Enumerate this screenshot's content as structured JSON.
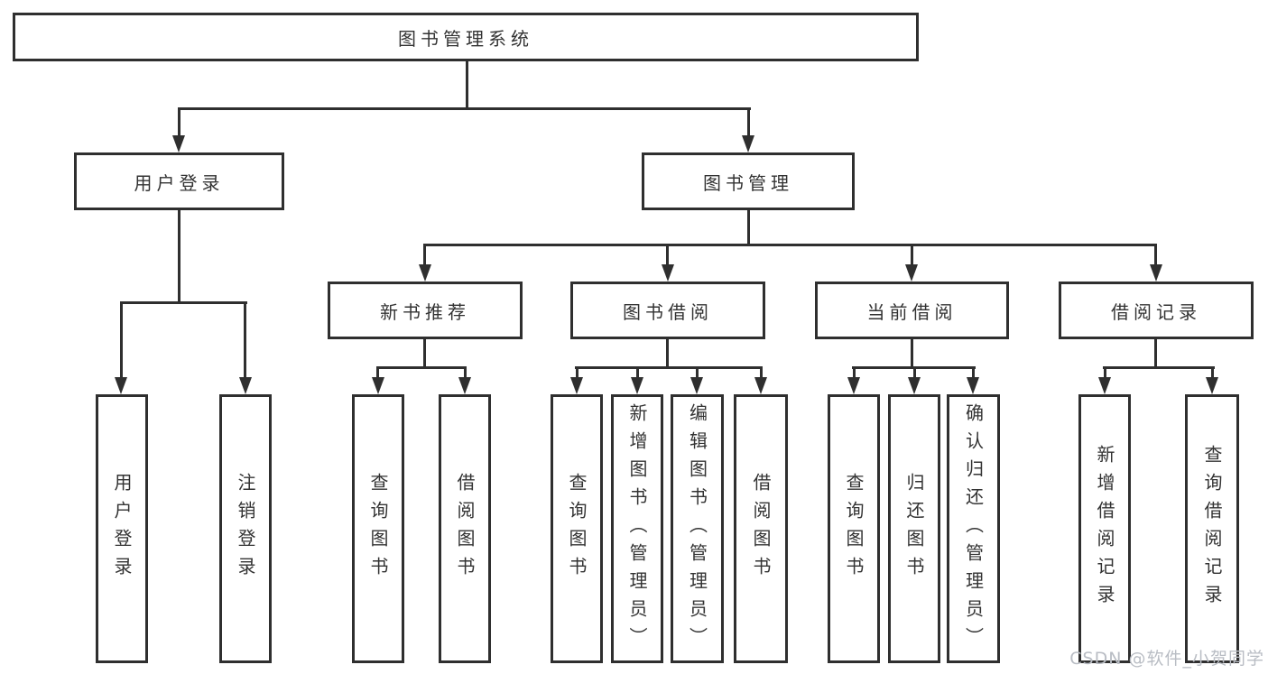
{
  "diagram": {
    "root": {
      "label": "图书管理系统"
    },
    "branches": [
      {
        "label": "用户登录",
        "children": [
          {
            "label": "用户登录"
          },
          {
            "label": "注销登录"
          }
        ]
      },
      {
        "label": "图书管理",
        "children": [
          {
            "label": "新书推荐",
            "children": [
              {
                "label": "查询图书"
              },
              {
                "label": "借阅图书"
              }
            ]
          },
          {
            "label": "图书借阅",
            "children": [
              {
                "label": "查询图书"
              },
              {
                "label": "新增图书（管理员）"
              },
              {
                "label": "编辑图书（管理员）"
              },
              {
                "label": "借阅图书"
              }
            ]
          },
          {
            "label": "当前借阅",
            "children": [
              {
                "label": "查询图书"
              },
              {
                "label": "归还图书"
              },
              {
                "label": "确认归还（管理员）"
              }
            ]
          },
          {
            "label": "借阅记录",
            "children": [
              {
                "label": "新增借阅记录"
              },
              {
                "label": "查询借阅记录"
              }
            ]
          }
        ]
      }
    ]
  },
  "watermark": {
    "text": "CSDN @软件_小贺同学"
  },
  "colors": {
    "line": "#2f2f2f",
    "text": "#333333",
    "watermark": "#b9bdc4",
    "background": "#ffffff"
  }
}
